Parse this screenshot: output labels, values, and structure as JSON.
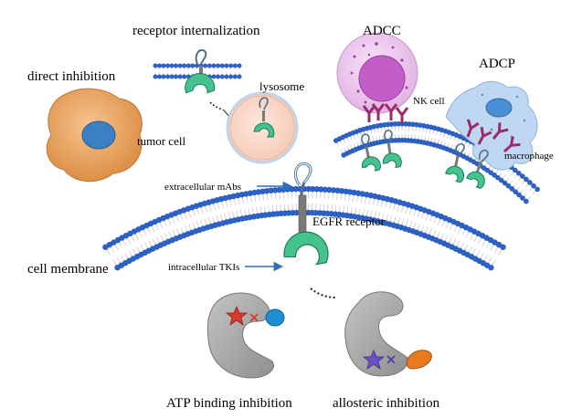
{
  "labels": {
    "receptor_internalization": "receptor internalization",
    "adcc": "ADCC",
    "adcp": "ADCP",
    "direct_inhibition": "direct inhibition",
    "lysosome": "lysosome",
    "nk_cell": "NK cell",
    "tumor_cell": "tumor cell",
    "macrophage": "macrophage",
    "extracellular_mabs": "extracellular  mAbs",
    "egfr_receptor": "EGFR receptor",
    "cell_membrane": "cell membrane",
    "intracellular_tkis": "intracellular  TKIs",
    "atp_binding_inhibition": "ATP binding inhibition",
    "allosteric_inhibition": "allosteric inhibition"
  },
  "colors": {
    "membrane_head": "#2d63c8",
    "membrane_tail": "#c9c9c9",
    "receptor_green": "#44c38f",
    "receptor_outline": "#1f7a55",
    "antibody_purple": "#9b2a6a",
    "tumor_cell": "#e7a05b",
    "tumor_nucleus": "#3d7fc4",
    "nk_cell": "#ecc5ec",
    "nk_nucleus": "#c35ec9",
    "lysosome": "#f7d3c2",
    "macrophage": "#bfd7f3",
    "kinase_gray": "#a9a9a9",
    "atp_star": "#d93a2b",
    "allosteric_star": "#6b4fc4",
    "tki_blue": "#1e8fd4",
    "allosteric_drug": "#e87a1e",
    "arrow_blue": "#2e6fb8"
  }
}
